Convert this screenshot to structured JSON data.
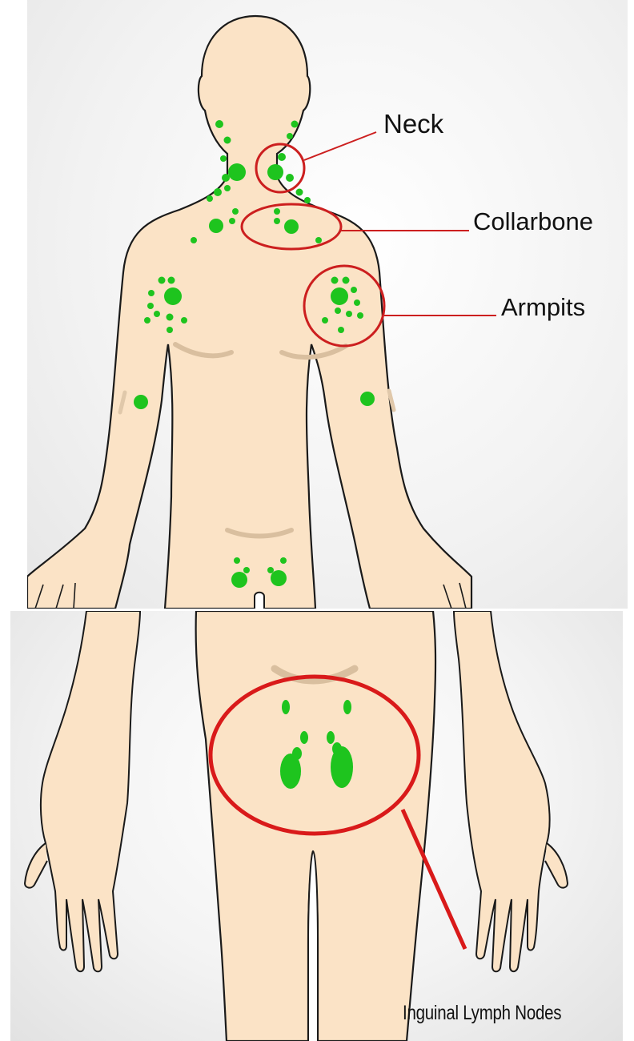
{
  "labels": {
    "neck": "Neck",
    "collarbone": "Collarbone",
    "armpits": "Armpits",
    "inguinal": "Inguinal Lymph Nodes"
  },
  "colors": {
    "skin": "#fbe3c6",
    "outline": "#1a1a1a",
    "lymph_node": "#1ec41e",
    "highlight_ring": "#cc1f1f",
    "crease": "#d9bf9f"
  },
  "regions": [
    "neck",
    "collarbone",
    "armpits",
    "inguinal"
  ]
}
